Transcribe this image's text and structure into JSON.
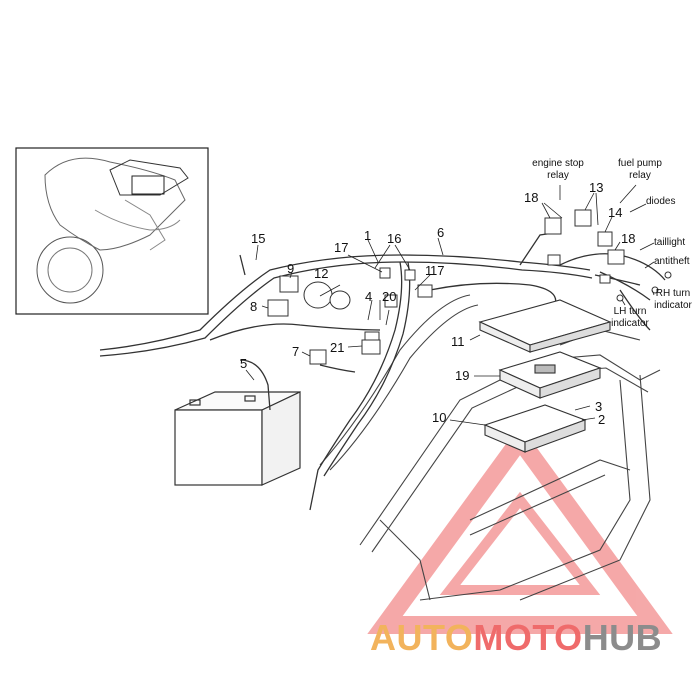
{
  "callouts": {
    "n1a": "1",
    "n1b": "1",
    "n2": "2",
    "n3": "3",
    "n4": "4",
    "n5": "5",
    "n6": "6",
    "n7": "7",
    "n8": "8",
    "n9": "9",
    "n10": "10",
    "n11": "11",
    "n12": "12",
    "n13": "13",
    "n14": "14",
    "n15": "15",
    "n16": "16",
    "n17a": "17",
    "n17b": "17",
    "n18a": "18",
    "n18b": "18",
    "n19": "19",
    "n20": "20",
    "n21": "21"
  },
  "labels": {
    "engine_stop_relay": "engine stop relay",
    "fuel_pump_relay": "fuel pump relay",
    "diodes": "diodes",
    "taillight": "taillight",
    "antitheft": "antitheft",
    "rh_turn_indicator": "RH turn indicator",
    "lh_turn_indicator": "LH turn indicator"
  },
  "watermark": {
    "part1": "AUTO",
    "part2": "MOTO",
    "part3": "HUB",
    "color1": "#f2b35c",
    "color2": "#ef6b6b",
    "color3": "#8c8c8c"
  }
}
